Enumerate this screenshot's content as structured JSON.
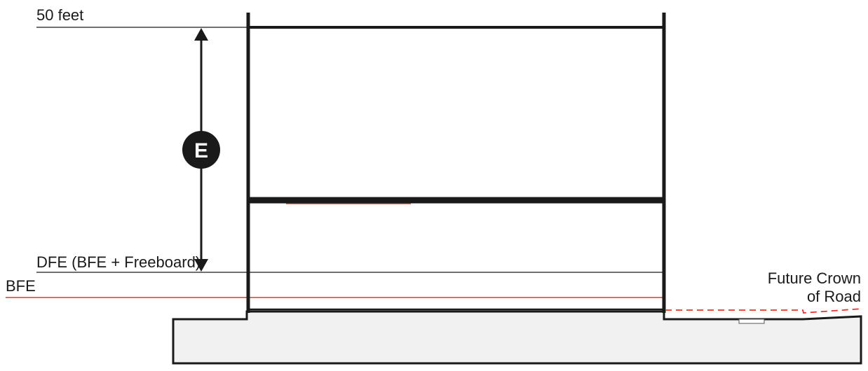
{
  "labels": {
    "top_elevation": "50 feet",
    "dfe": "DFE (BFE + Freeboard)",
    "bfe": "BFE",
    "road_line1": "Future Crown",
    "road_line2": "of Road",
    "dimension_marker": "E"
  },
  "colors": {
    "structure": "#1a1a1a",
    "flood": "#e8332a",
    "ground": "#f1f1f1"
  }
}
